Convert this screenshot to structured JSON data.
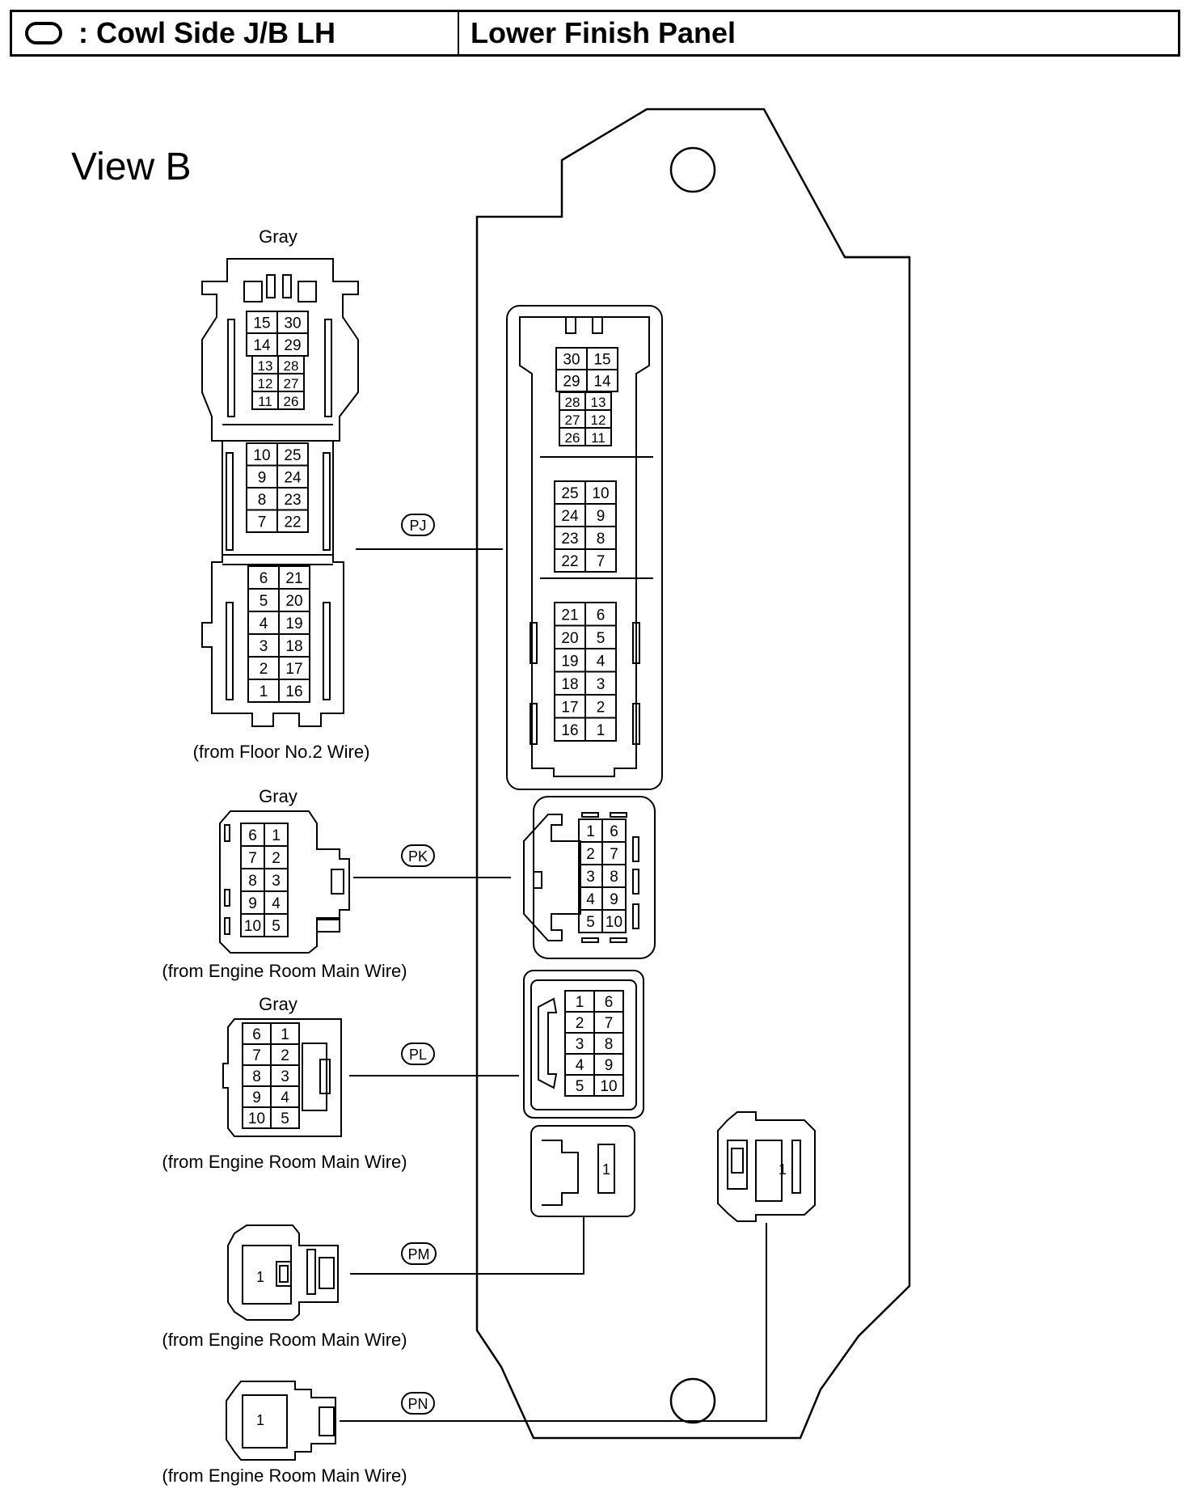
{
  "header": {
    "symbol": "oval",
    "location_label": ": Cowl Side J/B LH",
    "panel_label": "Lower Finish Panel"
  },
  "view_title": "View B",
  "connectors": {
    "PJ": {
      "code": "PJ",
      "color": "Gray",
      "source": "(from Floor No.2 Wire)",
      "left_rows": [
        [
          "15",
          "30"
        ],
        [
          "14",
          "29"
        ],
        [
          "13",
          "28"
        ],
        [
          "12",
          "27"
        ],
        [
          "11",
          "26"
        ],
        [
          "10",
          "25"
        ],
        [
          "9",
          "24"
        ],
        [
          "8",
          "23"
        ],
        [
          "7",
          "22"
        ],
        [
          "6",
          "21"
        ],
        [
          "5",
          "20"
        ],
        [
          "4",
          "19"
        ],
        [
          "3",
          "18"
        ],
        [
          "2",
          "17"
        ],
        [
          "1",
          "16"
        ]
      ],
      "right_rows": [
        [
          "30",
          "15"
        ],
        [
          "29",
          "14"
        ],
        [
          "28",
          "13"
        ],
        [
          "27",
          "12"
        ],
        [
          "26",
          "11"
        ],
        [
          "25",
          "10"
        ],
        [
          "24",
          "9"
        ],
        [
          "23",
          "8"
        ],
        [
          "22",
          "7"
        ],
        [
          "21",
          "6"
        ],
        [
          "20",
          "5"
        ],
        [
          "19",
          "4"
        ],
        [
          "18",
          "3"
        ],
        [
          "17",
          "2"
        ],
        [
          "16",
          "1"
        ]
      ]
    },
    "PK": {
      "code": "PK",
      "color": "Gray",
      "source": "(from Engine Room Main Wire)",
      "left_rows": [
        [
          "6",
          "1"
        ],
        [
          "7",
          "2"
        ],
        [
          "8",
          "3"
        ],
        [
          "9",
          "4"
        ],
        [
          "10",
          "5"
        ]
      ],
      "right_rows": [
        [
          "1",
          "6"
        ],
        [
          "2",
          "7"
        ],
        [
          "3",
          "8"
        ],
        [
          "4",
          "9"
        ],
        [
          "5",
          "10"
        ]
      ]
    },
    "PL": {
      "code": "PL",
      "color": "Gray",
      "source": "(from Engine Room Main Wire)",
      "left_rows": [
        [
          "6",
          "1"
        ],
        [
          "7",
          "2"
        ],
        [
          "8",
          "3"
        ],
        [
          "9",
          "4"
        ],
        [
          "10",
          "5"
        ]
      ],
      "right_rows": [
        [
          "1",
          "6"
        ],
        [
          "2",
          "7"
        ],
        [
          "3",
          "8"
        ],
        [
          "4",
          "9"
        ],
        [
          "5",
          "10"
        ]
      ]
    },
    "PM": {
      "code": "PM",
      "source": "(from Engine Room Main Wire)",
      "pin": "1",
      "right_pin": "1"
    },
    "PN": {
      "code": "PN",
      "source": "(from Engine Room Main Wire)",
      "pin": "1",
      "right_pin": "1"
    }
  },
  "colors": {
    "line": "#000000",
    "background": "#ffffff"
  }
}
